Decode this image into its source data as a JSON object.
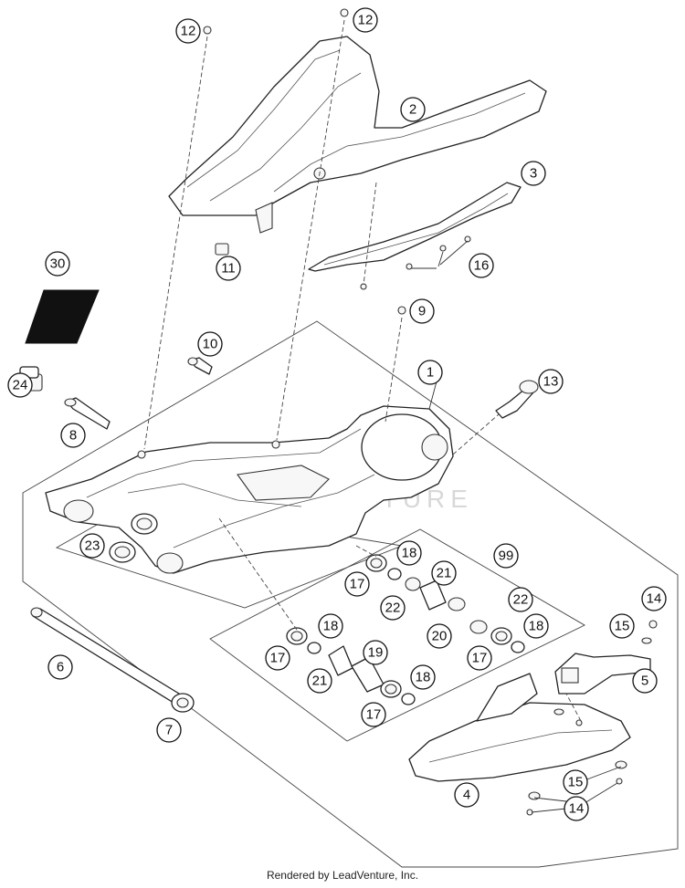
{
  "diagram": {
    "callouts": [
      "1",
      "2",
      "3",
      "4",
      "5",
      "6",
      "7",
      "8",
      "9",
      "10",
      "11",
      "12",
      "13",
      "14",
      "15",
      "16",
      "17",
      "18",
      "19",
      "20",
      "21",
      "22",
      "23",
      "24",
      "30",
      "99"
    ],
    "watermark": "LEADVENTURE"
  },
  "footer": {
    "credit": "Rendered by LeadVenture, Inc."
  }
}
